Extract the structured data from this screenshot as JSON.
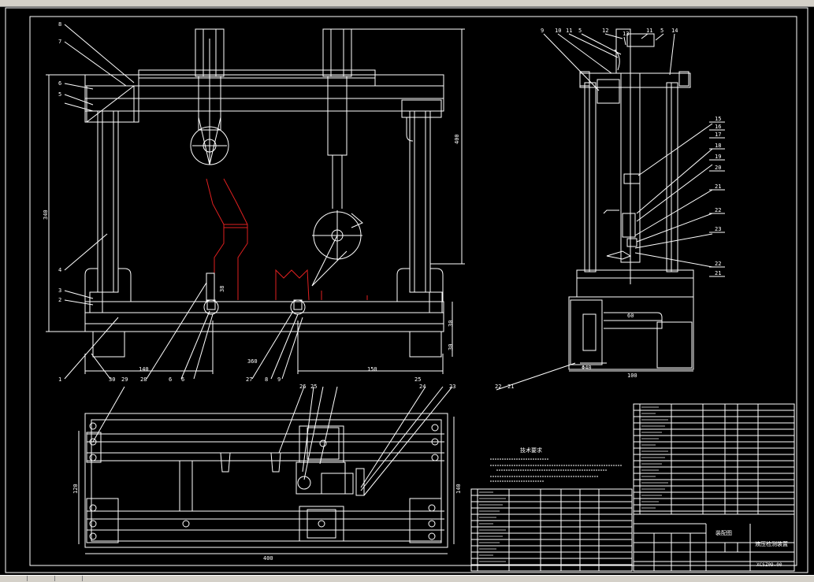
{
  "app": {
    "titlebar_left": "",
    "titlebar_right": ""
  },
  "drawing": {
    "title_block": {
      "drawing_name": "装配图",
      "product_name": "液压检测装置",
      "drawing_number": "XCSZ09-00"
    },
    "tech_requirements": {
      "heading": "技术要求"
    },
    "front_view": {
      "balloons": [
        "8",
        "7",
        "6",
        "5",
        "4",
        "3",
        "2",
        "1",
        "30",
        "29",
        "28",
        "6",
        "6",
        "27",
        "8",
        "9",
        "26",
        "25"
      ],
      "dims": [
        "400",
        "340",
        "140",
        "360",
        "150",
        "30",
        "30",
        "38"
      ]
    },
    "side_view": {
      "balloons": [
        "9",
        "10",
        "11",
        "5",
        "12",
        "13",
        "11",
        "5",
        "14",
        "15",
        "16",
        "17",
        "18",
        "19",
        "20",
        "21",
        "22",
        "23",
        "22",
        "21"
      ],
      "dims": [
        "60",
        "100",
        "Φ40"
      ]
    },
    "top_view": {
      "balloons": [
        "26",
        "25",
        "24",
        "23"
      ],
      "dims": [
        "120",
        "140",
        "400"
      ]
    }
  },
  "colors": {
    "background": "#000000",
    "lines": "#ffffff",
    "highlight": "#e02020",
    "chrome": "#d4d0c8"
  }
}
